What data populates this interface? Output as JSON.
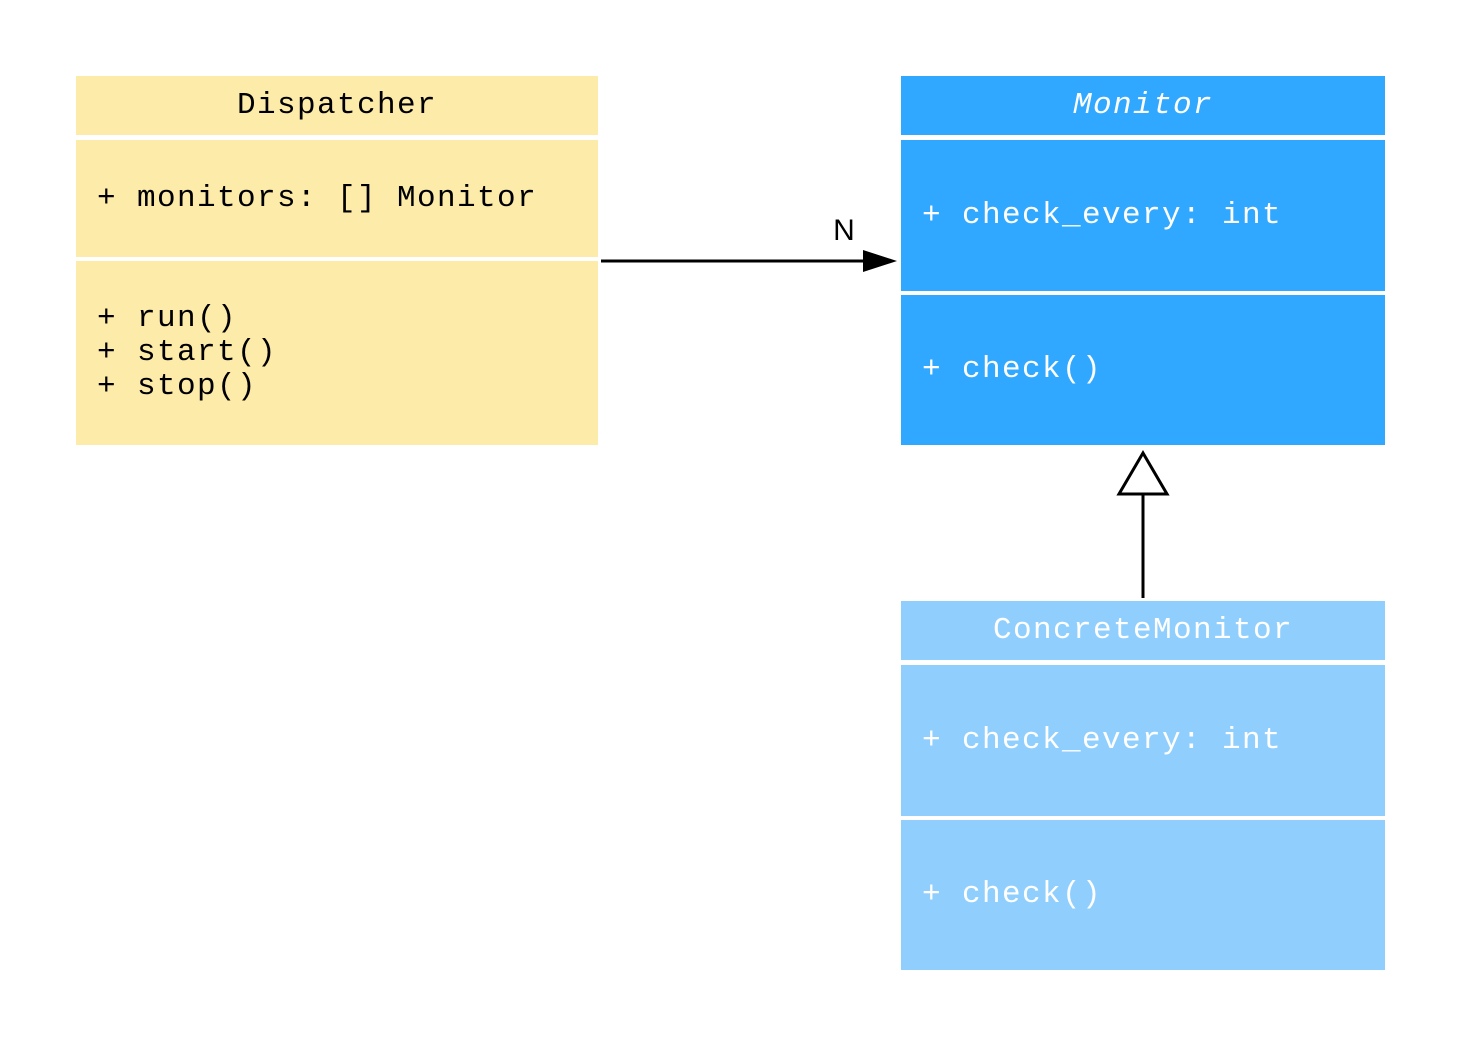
{
  "classes": {
    "dispatcher": {
      "name": "Dispatcher",
      "attributes": [
        "+ monitors: [] Monitor"
      ],
      "methods": [
        "+ run()",
        "+ start()",
        "+ stop()"
      ],
      "color": "#fdeba9"
    },
    "monitor": {
      "name": "Monitor",
      "abstract": true,
      "attributes": [
        "+ check_every: int"
      ],
      "methods": [
        "+ check()"
      ],
      "color": "#30a8ff"
    },
    "concrete_monitor": {
      "name": "ConcreteMonitor",
      "attributes": [
        "+ check_every: int"
      ],
      "methods": [
        "+ check()"
      ],
      "color": "#90cffd"
    }
  },
  "relations": [
    {
      "from": "Dispatcher",
      "to": "Monitor",
      "type": "association",
      "multiplicity": "N"
    },
    {
      "from": "ConcreteMonitor",
      "to": "Monitor",
      "type": "inheritance"
    }
  ]
}
